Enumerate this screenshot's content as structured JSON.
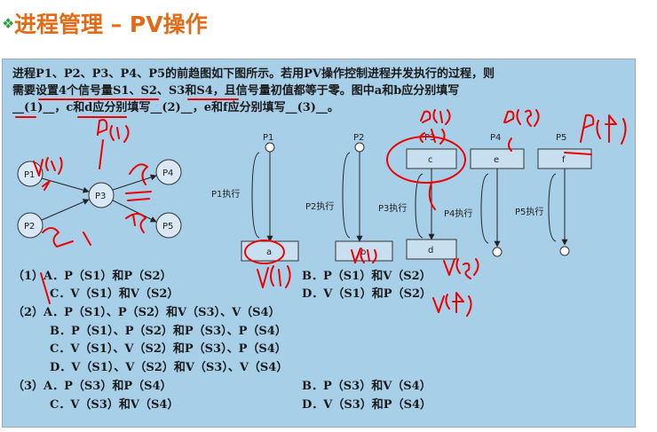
{
  "title": "进程管理 – PV操作",
  "question": {
    "line1": "进程P1、P2、P3、P4、P5的前趋图如下图所示。若用PV操作控制进程并发执行的过程，则",
    "line2": "需要设置4个信号量S1、S2、S3和S4，且信号量初值都等于零。图中a和b应分别填写",
    "line3": "__(1)__，c和d应分别填写__(2)__，e和f应分别填写__(3)__。"
  },
  "graph": {
    "nodes": [
      "P1",
      "P2",
      "P3",
      "P4",
      "P5"
    ]
  },
  "flows": {
    "p1": {
      "name": "P1",
      "exec": "P1执行",
      "box": "a"
    },
    "p2": {
      "name": "P2",
      "exec": "P2执行",
      "box": "b"
    },
    "p3": {
      "name": "P3",
      "exec": "P3执行",
      "box_top": "c",
      "box_bottom": "d"
    },
    "p4": {
      "name": "P4",
      "exec": "P4执行",
      "box": "e"
    },
    "p5": {
      "name": "P5",
      "exec": "P5执行",
      "box": "f"
    }
  },
  "options": {
    "q1a": "（1）A．P（S1）和P（S2）",
    "q1b": "B．P（S1）和V（S2）",
    "q1c": "C．V（S1）和V（S2）",
    "q1d": "D．V（S1）和P（S2）",
    "q2a": "（2）A．P（S1）、P（S2）和V（S3）、V（S4）",
    "q2b": "B．P（S1）、P（S2）和P（S3）、P（S4）",
    "q2c": "C．V（S1）、V（S2）和P（S3）、P（S4）",
    "q2d": "D．V（S1）、V（S2）和V（S3）、V（S4）",
    "q3a": "（3）A．P（S3）和P（S4）",
    "q3b": "B．P（S3）和V（S4）",
    "q3c": "C．V（S3）和V（S4）",
    "q3d": "D．V（S3）和P（S4）"
  },
  "colors": {
    "title": "#e06c1a",
    "panel": "#a8cfe8",
    "ink": "#e00000"
  }
}
